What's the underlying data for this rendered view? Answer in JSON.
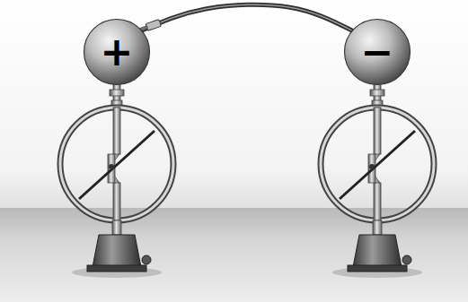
{
  "diagram": {
    "nodes": [
      {
        "text": [
          "+"
        ]
      },
      {
        "text": [
          "−"
        ]
      }
    ],
    "edges": [
      {
        "from": 0,
        "to": 1,
        "arrow": "none"
      }
    ]
  }
}
